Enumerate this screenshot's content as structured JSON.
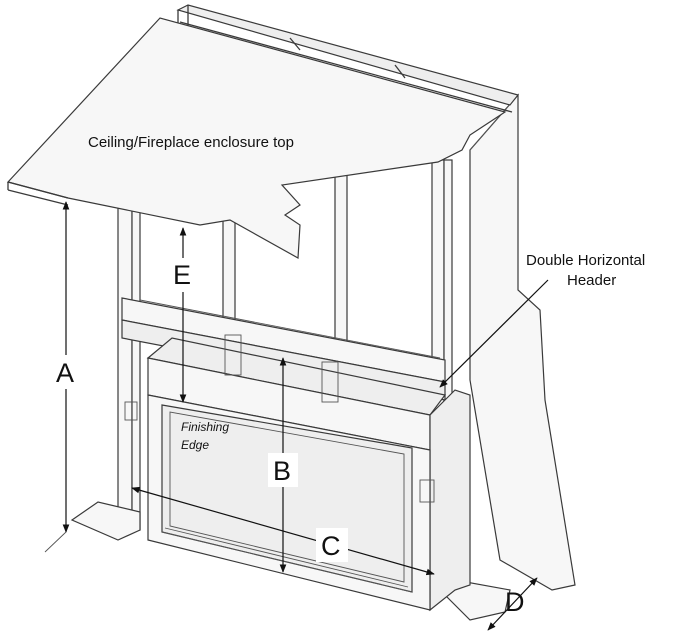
{
  "labels": {
    "ceiling": "Ceiling/Fireplace enclosure top",
    "header_line1": "Double Horizontal",
    "header_line2": "Header",
    "finishing_line1": "Finishing",
    "finishing_line2": "Edge",
    "dim_a": "A",
    "dim_b": "B",
    "dim_c": "C",
    "dim_d": "D",
    "dim_e": "E"
  }
}
